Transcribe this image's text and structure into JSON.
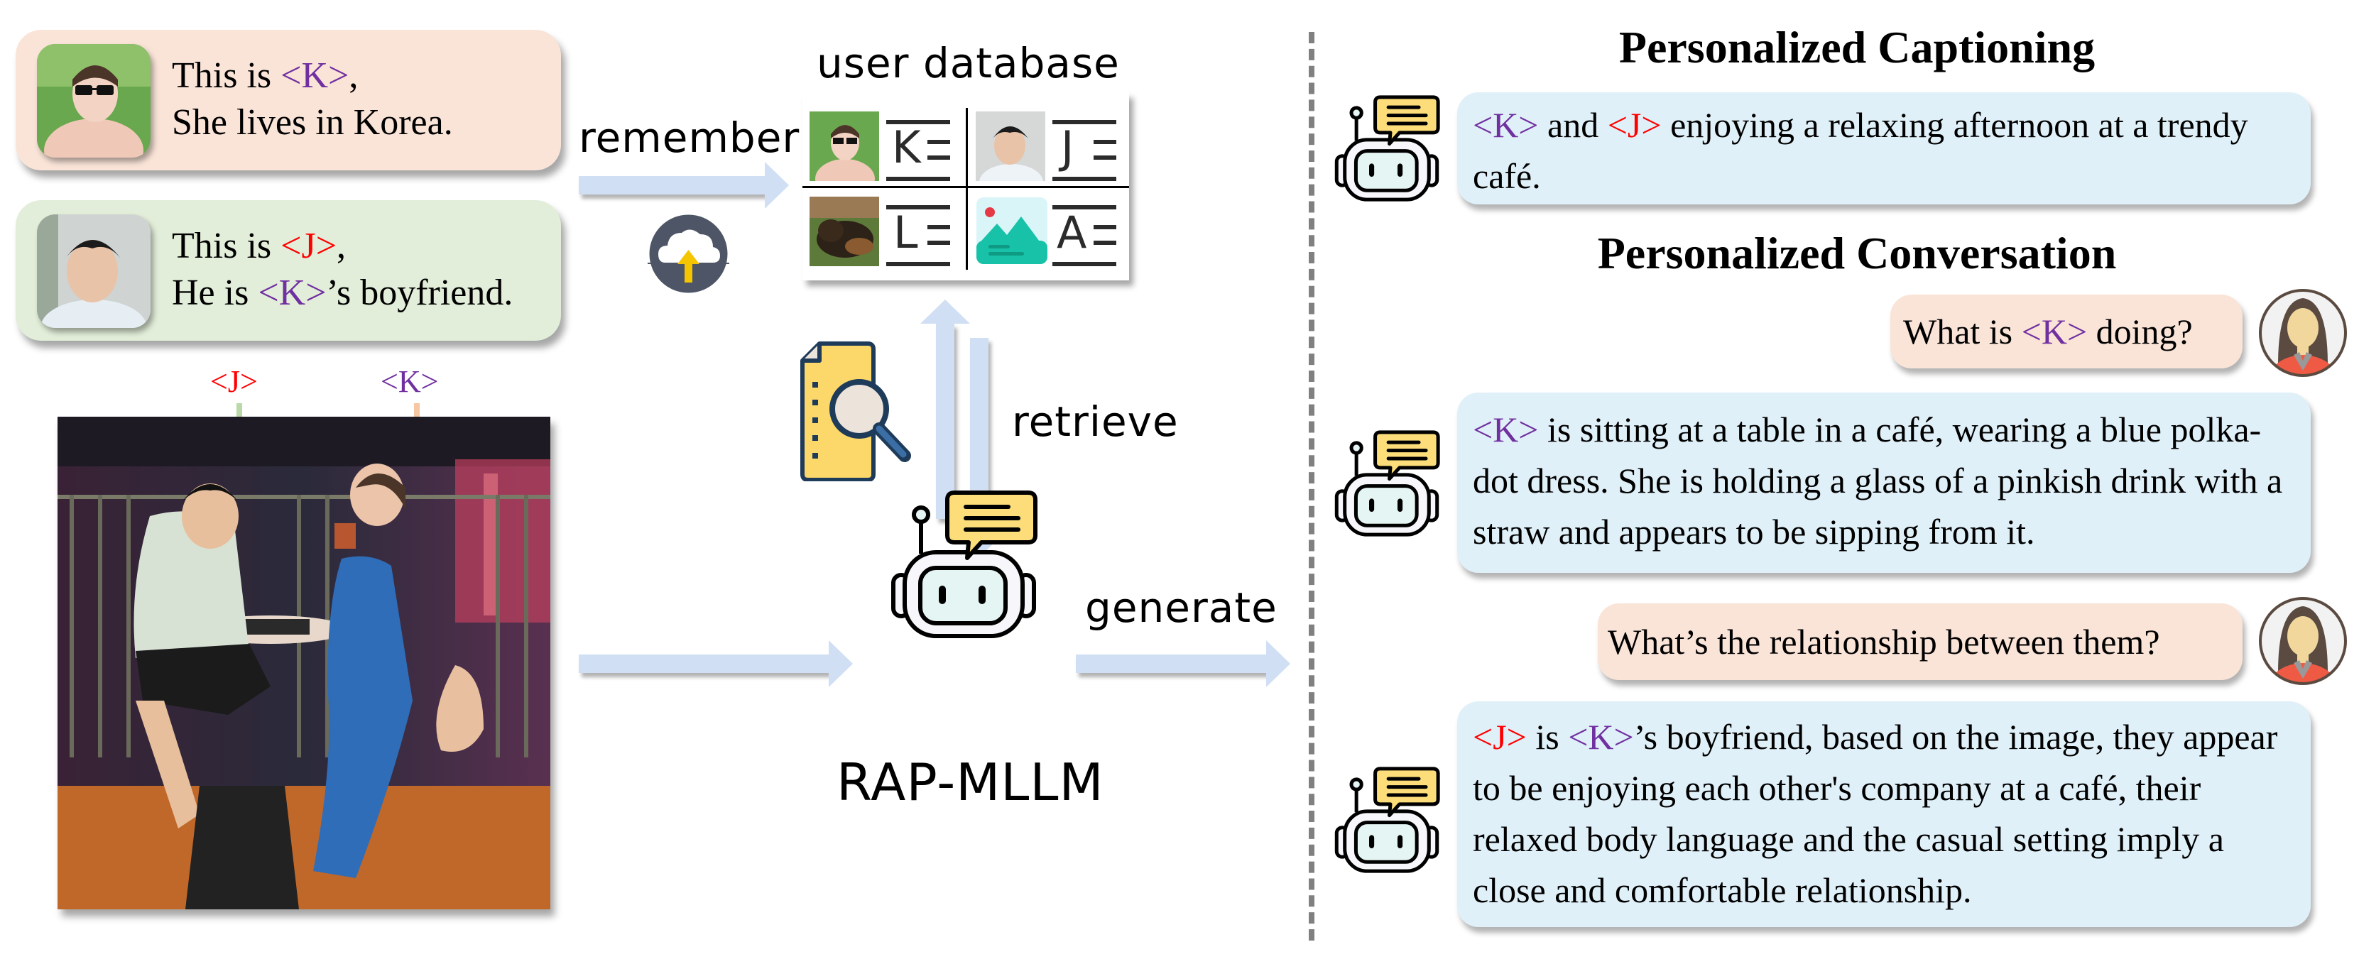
{
  "tokens": {
    "k": "<K>",
    "j": "<J>",
    "k_color": "#7030a0",
    "j_color": "#ff0000"
  },
  "memory_cards": [
    {
      "subject": "K",
      "line1_pre": "This is ",
      "line1_token": "<K>",
      "line1_post": ",",
      "line2_pre": "She lives in Korea.",
      "line2_token": "",
      "line2_post": "",
      "bg": "#fae4d8"
    },
    {
      "subject": "J",
      "line1_pre": "This is ",
      "line1_token": "<J>",
      "line1_post": ",",
      "line2_pre": "He is ",
      "line2_token": "<K>",
      "line2_post": "’s boyfriend.",
      "bg": "#e2eed9"
    }
  ],
  "flow": {
    "remember_label": "remember",
    "retrieve_label": "retrieve",
    "generate_label": "generate",
    "model_name": "RAP-MLLM",
    "arrow_color": "#d0dff4"
  },
  "database": {
    "title": "user database",
    "entries": [
      {
        "letter": "K",
        "kind": "photo-woman"
      },
      {
        "letter": "J",
        "kind": "photo-man"
      },
      {
        "letter": "L",
        "kind": "photo-dog"
      },
      {
        "letter": "A",
        "kind": "image-placeholder"
      }
    ]
  },
  "input_photo": {
    "labels": [
      {
        "token": "<J>",
        "arrow_color": "#b9d9a8"
      },
      {
        "token": "<K>",
        "arrow_color": "#f7c6a3"
      }
    ]
  },
  "outputs": {
    "captioning": {
      "title": "Personalized Captioning",
      "segments": [
        {
          "text": "<K>",
          "style": "k"
        },
        {
          "text": " and ",
          "style": "plain"
        },
        {
          "text": "<J>",
          "style": "j"
        },
        {
          "text": " enjoying a relaxing afternoon at a trendy café.",
          "style": "plain"
        }
      ]
    },
    "conversation": {
      "title": "Personalized Conversation",
      "turns": [
        {
          "role": "user",
          "segments": [
            {
              "text": "What is ",
              "style": "plain"
            },
            {
              "text": "<K>",
              "style": "k"
            },
            {
              "text": " doing?",
              "style": "plain"
            }
          ]
        },
        {
          "role": "assistant",
          "segments": [
            {
              "text": "<K>",
              "style": "k"
            },
            {
              "text": " is sitting at a table in a café, wearing a blue polka-dot dress. She is holding a glass of a pinkish drink with a straw and appears to be sipping from it.",
              "style": "plain"
            }
          ]
        },
        {
          "role": "user",
          "segments": [
            {
              "text": "What’s the relationship between them?",
              "style": "plain"
            }
          ]
        },
        {
          "role": "assistant",
          "segments": [
            {
              "text": "<J>",
              "style": "j"
            },
            {
              "text": " is ",
              "style": "plain"
            },
            {
              "text": "<K>",
              "style": "k"
            },
            {
              "text": "’s boyfriend, based on the image, they appear to be enjoying each other's company at a café, their relaxed body language and the casual setting imply a close and comfortable relationship.",
              "style": "plain"
            }
          ]
        }
      ]
    }
  }
}
